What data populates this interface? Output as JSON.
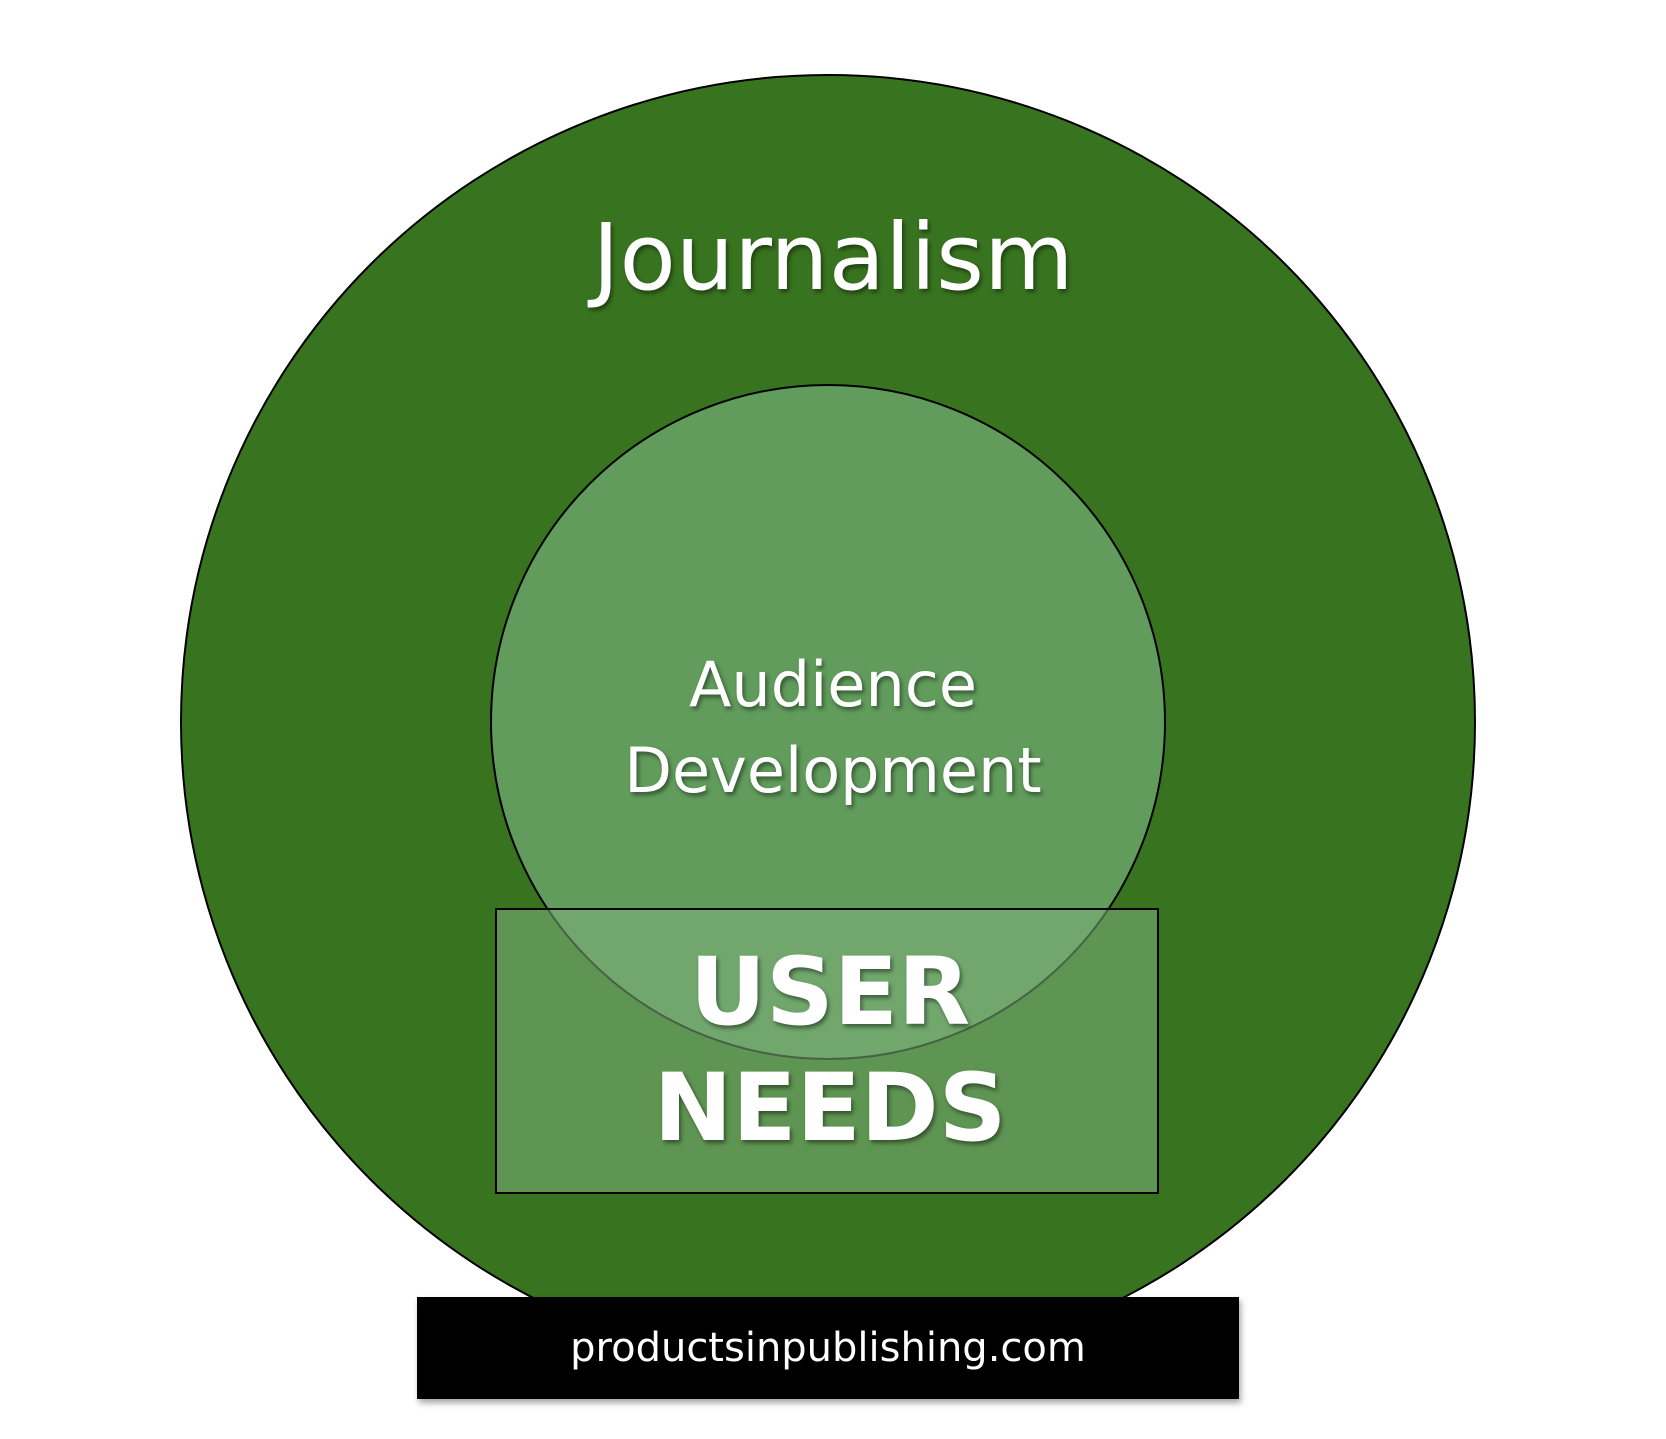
{
  "diagram": {
    "outer_circle": {
      "label": "Journalism",
      "fill": "#38741f"
    },
    "inner_circle": {
      "label_lines": [
        "Audience",
        "Development"
      ],
      "fill": "#619c5c"
    },
    "box": {
      "label_lines": [
        "USER",
        "NEEDS"
      ],
      "fill": "#7fb07c"
    },
    "footer": {
      "text": "productsinpublishing.com",
      "fill": "#000000"
    }
  }
}
